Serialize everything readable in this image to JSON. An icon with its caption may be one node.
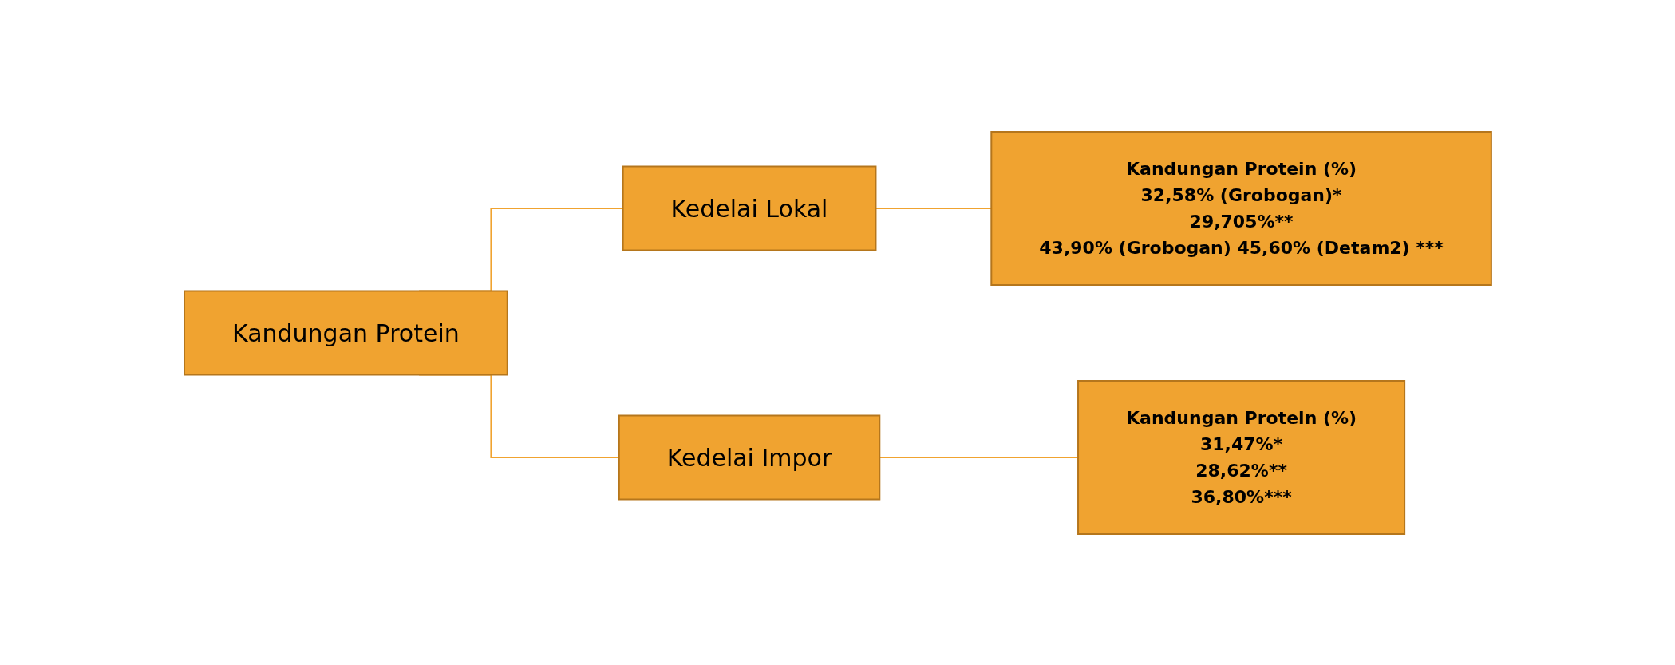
{
  "diagram": {
    "nodes": [
      {
        "text": [
          "Kandungan Protein"
        ]
      },
      {
        "text": [
          "Kedelai Lokal"
        ]
      },
      {
        "text": [
          "Kedelai Impor"
        ]
      },
      {
        "text": [
          "Kandungan Protein (%)",
          "32,58% (Grobogan)*",
          "29,705%**",
          "43,90% (Grobogan) 45,60% (Detam2) ***"
        ]
      },
      {
        "text": [
          "Kandungan Protein (%)",
          "31,47%*",
          "28,62%**",
          "36,80%***"
        ]
      }
    ],
    "edges": [
      {
        "from": 0,
        "to": 1,
        "arrow": "none"
      },
      {
        "from": 0,
        "to": 2,
        "arrow": "none"
      },
      {
        "from": 1,
        "to": 3,
        "arrow": "none"
      },
      {
        "from": 2,
        "to": 4,
        "arrow": "none"
      }
    ]
  }
}
